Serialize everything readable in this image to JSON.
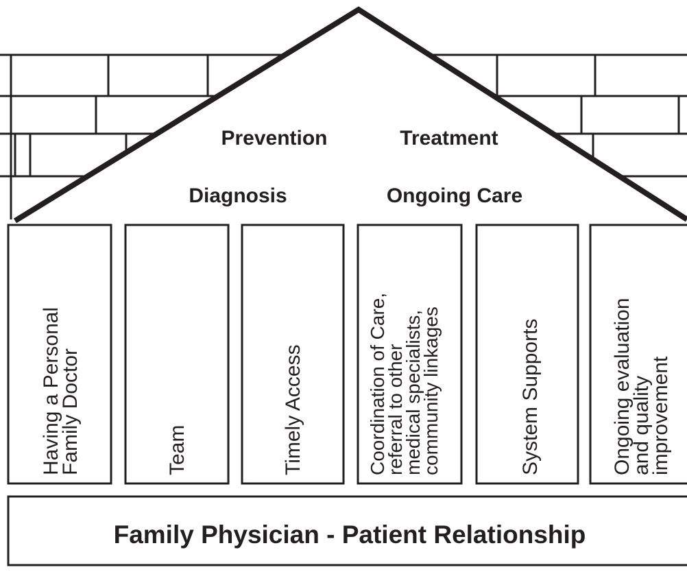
{
  "roof": {
    "labels": [
      "Prevention",
      "Treatment",
      "Diagnosis",
      "Ongoing Care"
    ]
  },
  "pillars": [
    {
      "lines": [
        "Having a Personal",
        "Family Doctor"
      ]
    },
    {
      "lines": [
        "Team"
      ]
    },
    {
      "lines": [
        "Timely Access"
      ]
    },
    {
      "lines": [
        "Coordination of Care,",
        "referral to other",
        "medical specialists,",
        "community linkages"
      ]
    },
    {
      "lines": [
        "System Supports"
      ]
    },
    {
      "lines": [
        "Ongoing evaluation",
        "and quality",
        "improvement"
      ]
    }
  ],
  "foundation": {
    "label": "Family Physician - Patient Relationship"
  },
  "colors": {
    "ink": "#231f20",
    "background": "#ffffff"
  }
}
